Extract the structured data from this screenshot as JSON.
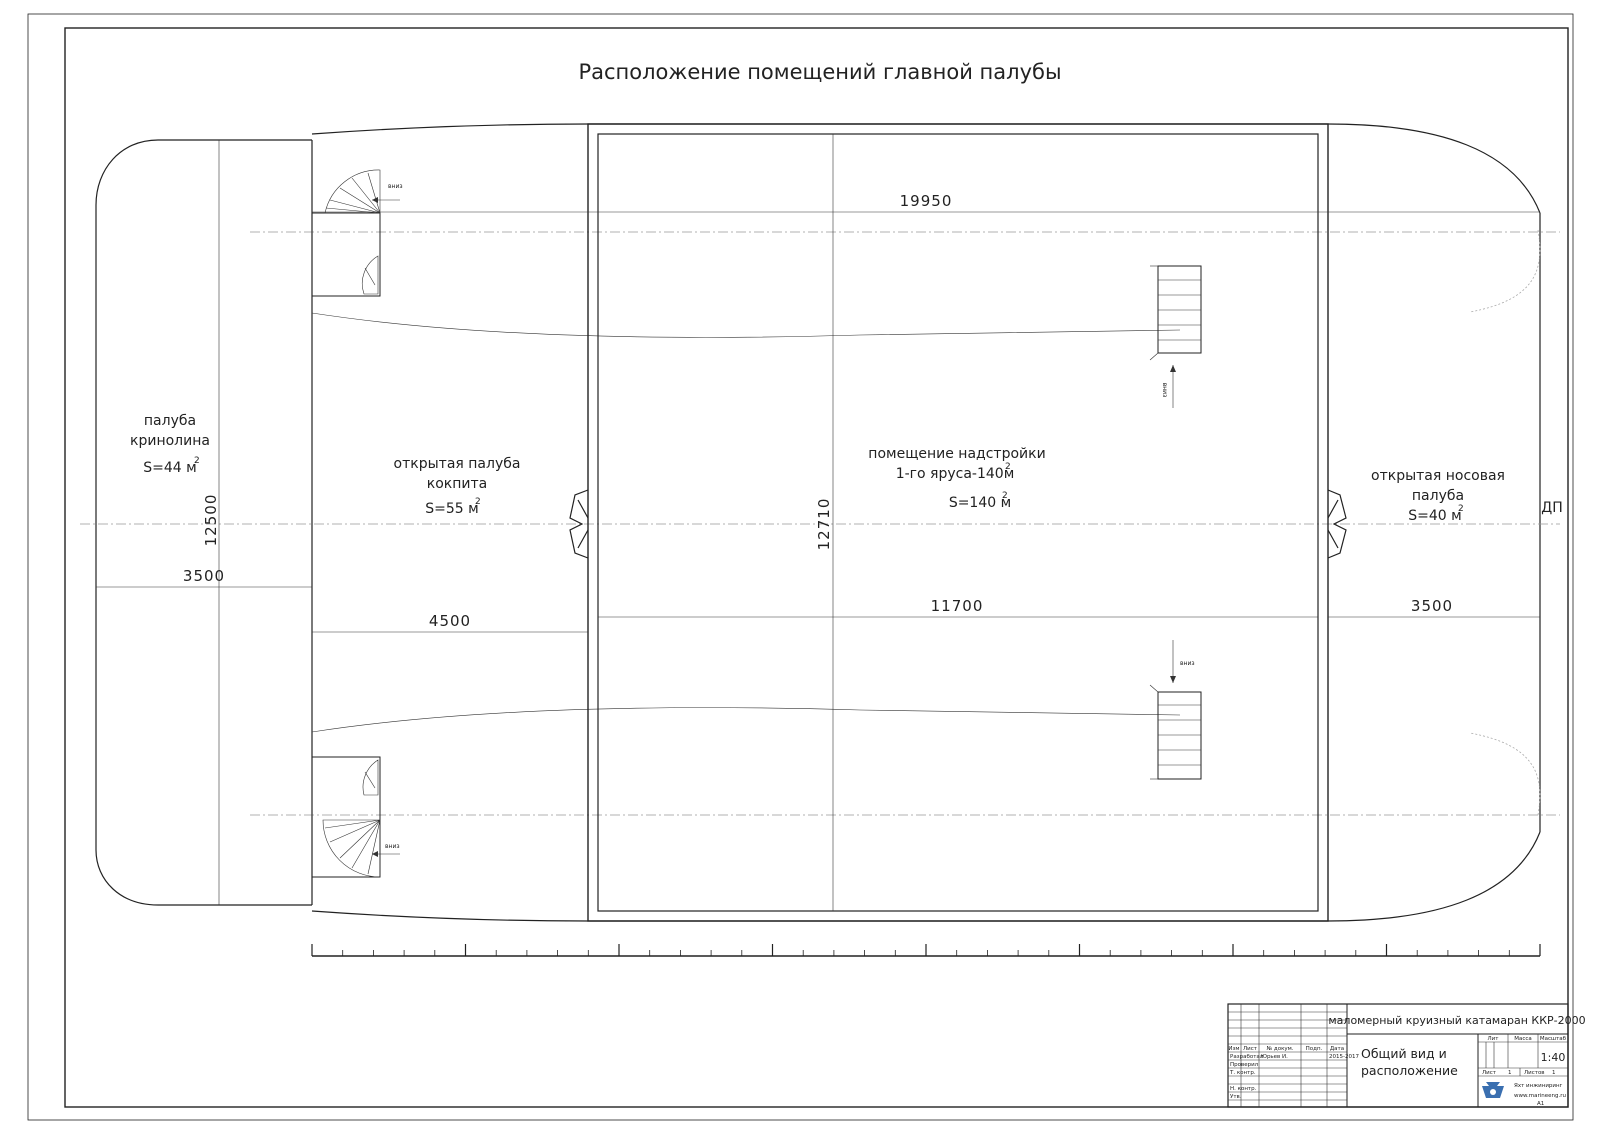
{
  "drawing": {
    "title": "Расположение помещений главной палубы",
    "centerline_label": "ДП",
    "stair_direction": "вниз"
  },
  "areas": [
    {
      "name": "палуба",
      "name2": "кринолина",
      "area": "S=44 м",
      "sup": "2"
    },
    {
      "name": "открытая палуба",
      "name2": "кокпита",
      "area": "S=55 м",
      "sup": "2"
    },
    {
      "name": "помещение надстройки",
      "name2": "1-го яруса-140м",
      "name2_sup": "2",
      "area": "S=140 м",
      "sup": "2"
    },
    {
      "name": "открытая носовая",
      "name2": "палуба",
      "area": "S=40 м",
      "sup": "2"
    }
  ],
  "dimensions": {
    "overall_length": "19950",
    "crinoline_length": "3500",
    "crinoline_width": "12500",
    "cockpit_length": "4500",
    "superstructure_length": "11700",
    "superstructure_width": "12710",
    "bow_length": "3500"
  },
  "title_block": {
    "project": "маломерный круизный катамаран ККР-2000",
    "doc_title_1": "Общий вид и",
    "doc_title_2": "расположение",
    "col_lit": "Лит",
    "col_mass": "Масса",
    "col_scale": "Масштаб",
    "scale": "1:40",
    "sheet_label": "Лист",
    "sheet_no": "1",
    "sheets_label": "Листов",
    "sheets_no": "1",
    "rev_headers": [
      "Изм",
      "Лист",
      "№ докум.",
      "Подп.",
      "Дата"
    ],
    "roles": [
      "Разработал",
      "Проверил",
      "Т. контр.",
      "",
      "Н. контр.",
      "Утв."
    ],
    "developer": "Юрьев И.",
    "date": "2015-2017",
    "company": "Яхт инжиниринг",
    "website": "www.marineeng.ru",
    "format": "A1"
  }
}
